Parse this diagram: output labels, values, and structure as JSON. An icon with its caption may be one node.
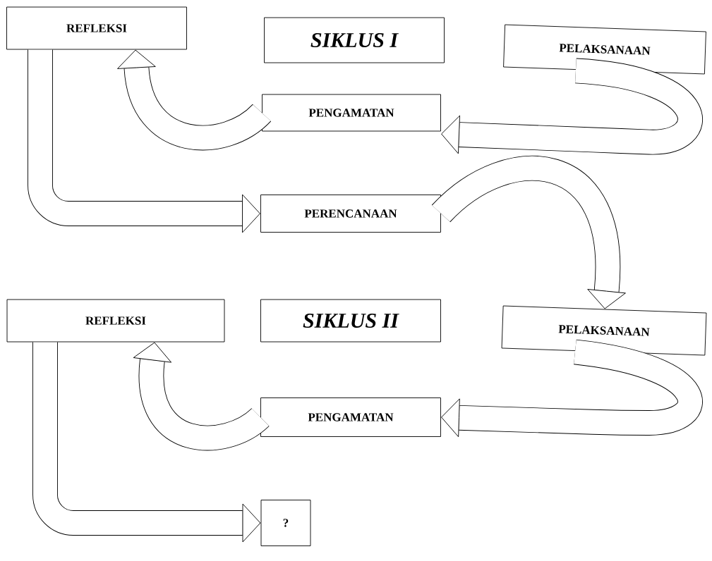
{
  "diagram": {
    "nodes": [
      {
        "text": [
          "REFLEKSI"
        ]
      },
      {
        "text": [
          "SIKLUS I"
        ]
      },
      {
        "text": [
          "PELAKSANAAN"
        ]
      },
      {
        "text": [
          "PENGAMATAN"
        ]
      },
      {
        "text": [
          "PERENCANAAN"
        ]
      },
      {
        "text": [
          "REFLEKSI"
        ]
      },
      {
        "text": [
          "SIKLUS II"
        ]
      },
      {
        "text": [
          "PELAKSANAAN"
        ]
      },
      {
        "text": [
          "PENGAMATAN"
        ]
      },
      {
        "text": [
          "?"
        ]
      }
    ],
    "edges": [
      {
        "from": 2,
        "to": 3,
        "arrow": "to"
      },
      {
        "from": 3,
        "to": 0,
        "arrow": "to"
      },
      {
        "from": 0,
        "to": 4,
        "arrow": "to"
      },
      {
        "from": 4,
        "to": 7,
        "arrow": "to"
      },
      {
        "from": 7,
        "to": 8,
        "arrow": "to"
      },
      {
        "from": 8,
        "to": 5,
        "arrow": "to"
      },
      {
        "from": 5,
        "to": 9,
        "arrow": "to"
      }
    ]
  }
}
